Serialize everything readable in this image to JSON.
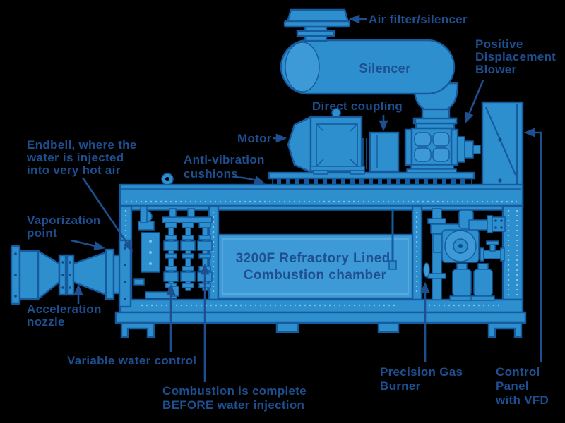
{
  "palette": {
    "background": "#000000",
    "machine_fill_blue": "#2E8FCE",
    "chamber_fill_blue": "#3E9AD6",
    "outline_blue": "#155B9E",
    "label_navy": "#1D4F91",
    "rivet_light_blue": "#7EC3EC"
  },
  "labels": {
    "air_filter": "Air filter/silencer",
    "silencer": "Silencer",
    "positive_displacement_blower": [
      "Positive",
      "Displacement",
      "Blower"
    ],
    "direct_coupling": "Direct coupling",
    "motor": "Motor",
    "anti_vibration_cushions": [
      "Anti-vibration",
      "cushions"
    ],
    "endbell": [
      "Endbell, where the",
      "water is injected",
      "into very hot air"
    ],
    "vaporization_point": [
      "Vaporization",
      "point"
    ],
    "acceleration_nozzle": [
      "Acceleration",
      "nozzle"
    ],
    "combustion_chamber": [
      "3200F Refractory Lined",
      "Combustion chamber"
    ],
    "variable_water_control": "Variable water control",
    "combustion_complete": [
      "Combustion is complete",
      "BEFORE water injection"
    ],
    "precision_gas_burner": [
      "Precision Gas",
      "Burner"
    ],
    "control_panel_vfd": [
      "Control",
      "Panel",
      "with VFD"
    ]
  }
}
